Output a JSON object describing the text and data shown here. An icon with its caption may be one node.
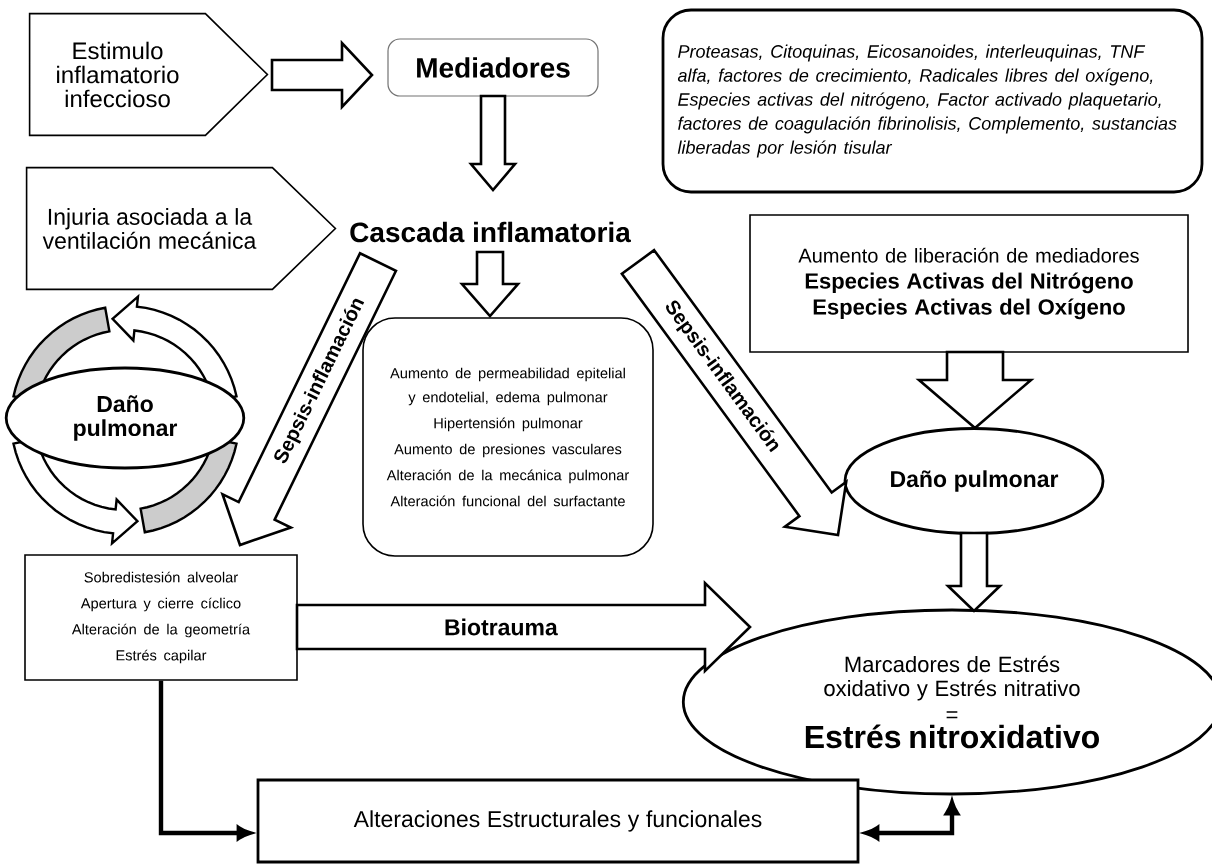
{
  "diagram": {
    "nodes": [
      {
        "text": [
          "Estimulo inflamatorio infeccioso"
        ]
      },
      {
        "text": [
          "Mediadores"
        ]
      },
      {
        "text": [
          "Proteasas, Citoquinas, Eicosanoides, interleuquinas, TNF alfa, factores de crecimiento, Radicales libres del oxígeno, Especies activas del nitrógeno, Factor activado plaquetario, factores de coagulación fibrinolisis, Complemento, sustancias liberadas por lesión tisular"
        ]
      },
      {
        "text": [
          "Injuria asociada a la ventilación mecánica"
        ]
      },
      {
        "text": [
          "Cascada inflamatoria"
        ]
      },
      {
        "text": [
          "Daño pulmonar"
        ]
      },
      {
        "text": [
          "Aumento de permeabilidad epitelial y endotelial, edema pulmonar",
          "Hipertensión pulmonar",
          "Aumento de presiones vasculares",
          "Alteración de la mecánica pulmonar",
          "Alteración funcional del surfactante"
        ]
      },
      {
        "text": [
          "Aumento de liberación de mediadores",
          "Especies Activas del Nitrógeno",
          "Especies Activas del Oxígeno"
        ]
      },
      {
        "text": [
          "Daño pulmonar"
        ]
      },
      {
        "text": [
          "Sobredistesión alveolar",
          "Apertura y cierre cíclico",
          "Alteración de la geometría",
          "Estrés capilar"
        ]
      },
      {
        "text": [
          "Marcadores de Estrés oxidativo y Estrés nitrativo",
          "=",
          "Estrés nitroxidativo"
        ]
      },
      {
        "text": [
          "Alteraciones Estructurales y funcionales"
        ]
      }
    ],
    "edges": [
      {
        "from": 0,
        "to": 1,
        "arrow": "to"
      },
      {
        "from": 1,
        "to": 4,
        "arrow": "to"
      },
      {
        "from": 4,
        "to": 6,
        "arrow": "to"
      },
      {
        "from": 4,
        "to": 9,
        "arrow": "to",
        "label": "Sepsis-inflamación"
      },
      {
        "from": 4,
        "to": 8,
        "arrow": "to",
        "label": "Sepsis-inflamación"
      },
      {
        "from": 7,
        "to": 8,
        "arrow": "to"
      },
      {
        "from": 8,
        "to": 10,
        "arrow": "to"
      },
      {
        "from": 9,
        "to": 10,
        "arrow": "to",
        "label": "Biotrauma"
      },
      {
        "from": 9,
        "to": 11,
        "arrow": "to"
      },
      {
        "from": 10,
        "to": 11,
        "arrow": "both"
      }
    ]
  }
}
